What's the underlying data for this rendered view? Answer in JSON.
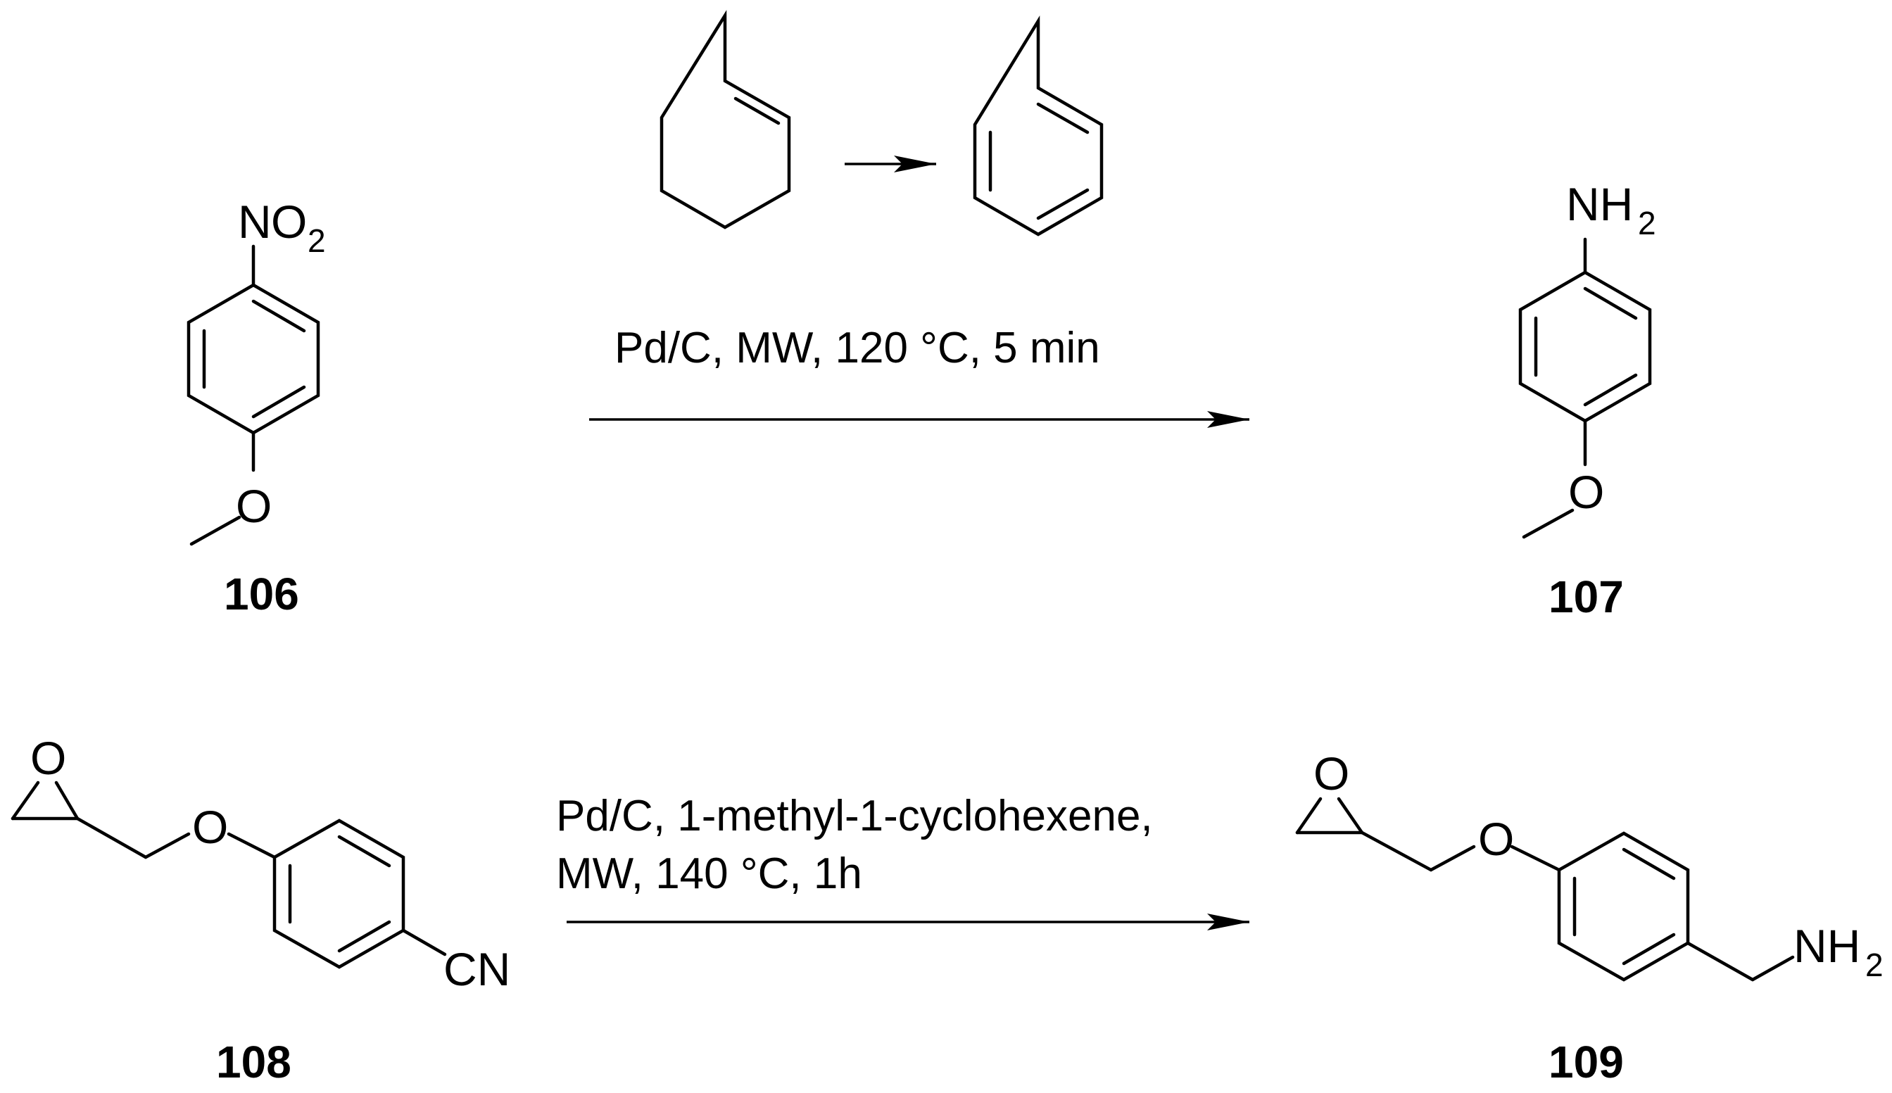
{
  "compounds": {
    "c106": {
      "label": "106",
      "atoms": {
        "nitro_n": "N",
        "nitro_o": "O",
        "nitro_sub": "2",
        "ether_o": "O"
      }
    },
    "c107": {
      "label": "107",
      "atoms": {
        "amine_n": "NH",
        "amine_sub": "2",
        "ether_o": "O"
      }
    },
    "c108": {
      "label": "108",
      "atoms": {
        "epoxide_o": "O",
        "ether_o": "O",
        "nitrile": "CN"
      }
    },
    "c109": {
      "label": "109",
      "atoms": {
        "epoxide_o": "O",
        "ether_o": "O",
        "amine_n": "NH",
        "amine_sub": "2"
      }
    }
  },
  "reactions": [
    {
      "conditions": [
        "Pd/C,  MW, 120 °C, 5 min"
      ]
    },
    {
      "conditions": [
        "Pd/C, 1-methyl-1-cyclohexene,",
        "MW, 140 °C, 1h"
      ]
    }
  ]
}
